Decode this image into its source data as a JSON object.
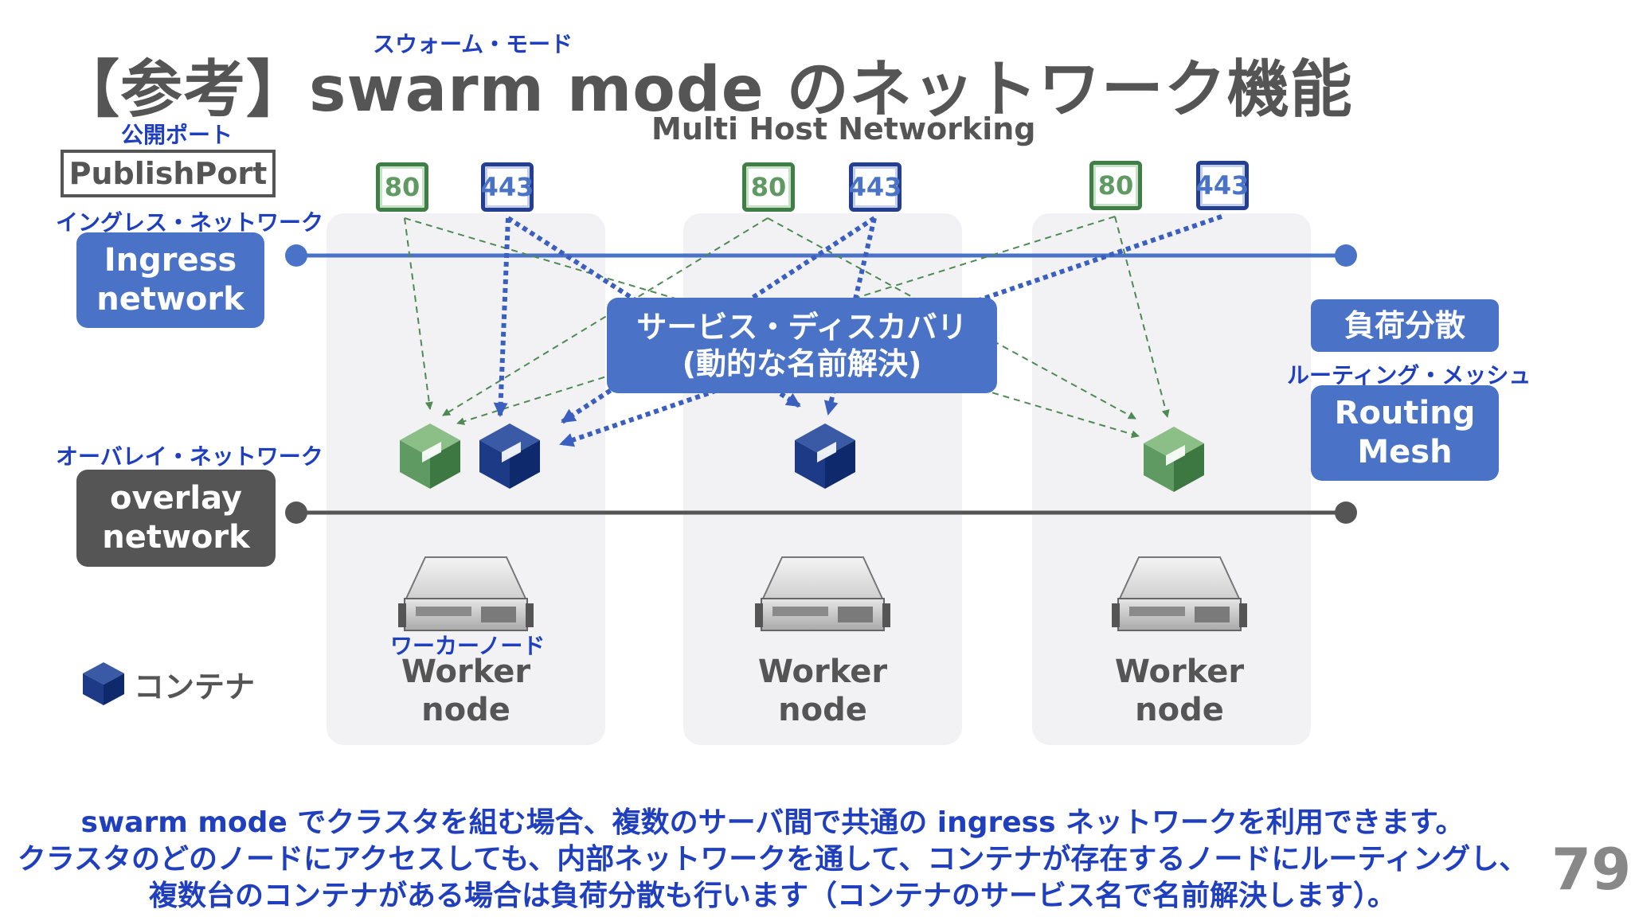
{
  "title": "【参考】swarm mode のネットワーク機能",
  "title_ruby": "スウォーム・モード",
  "subtitle": "Multi Host Networking",
  "publish_port": {
    "ruby": "公開ポート",
    "label": "PublishPort"
  },
  "ingress": {
    "ruby": "イングレス・ネットワーク",
    "label": "Ingress\nnetwork"
  },
  "overlay": {
    "ruby": "オーバレイ・ネットワーク",
    "label": "overlay\nnetwork"
  },
  "service_discovery": {
    "line1": "サービス・ディスカバリ",
    "line2": "(動的な名前解決)"
  },
  "load_balance": "負荷分散",
  "routing_mesh": {
    "ruby": "ルーティング・メッシュ",
    "label": "Routing\nMesh"
  },
  "worker_ruby": "ワーカーノード",
  "nodes": [
    {
      "ports": [
        "80",
        "443"
      ],
      "label": "Worker\nnode"
    },
    {
      "ports": [
        "80",
        "443"
      ],
      "label": "Worker\nnode"
    },
    {
      "ports": [
        "80",
        "443"
      ],
      "label": "Worker\nnode"
    }
  ],
  "legend": {
    "icon": "container-icon",
    "label": "コンテナ"
  },
  "footer": [
    "swarm mode でクラスタを組む場合、複数のサーバ間で共通の ingress ネットワークを利用できます。",
    "クラスタのどのノードにアクセスしても、内部ネットワークを通して、コンテナが存在するノードにルーティングし、",
    "複数台のコンテナがある場合は負荷分散も行います（コンテナのサービス名で名前解決します）。"
  ],
  "page_number": "79",
  "colors": {
    "blue_box": "#4a73c7",
    "grey_box": "#555555",
    "green": "#4e8a54",
    "navy": "#1e3c86",
    "ruby_text": "#1f3fbf"
  }
}
